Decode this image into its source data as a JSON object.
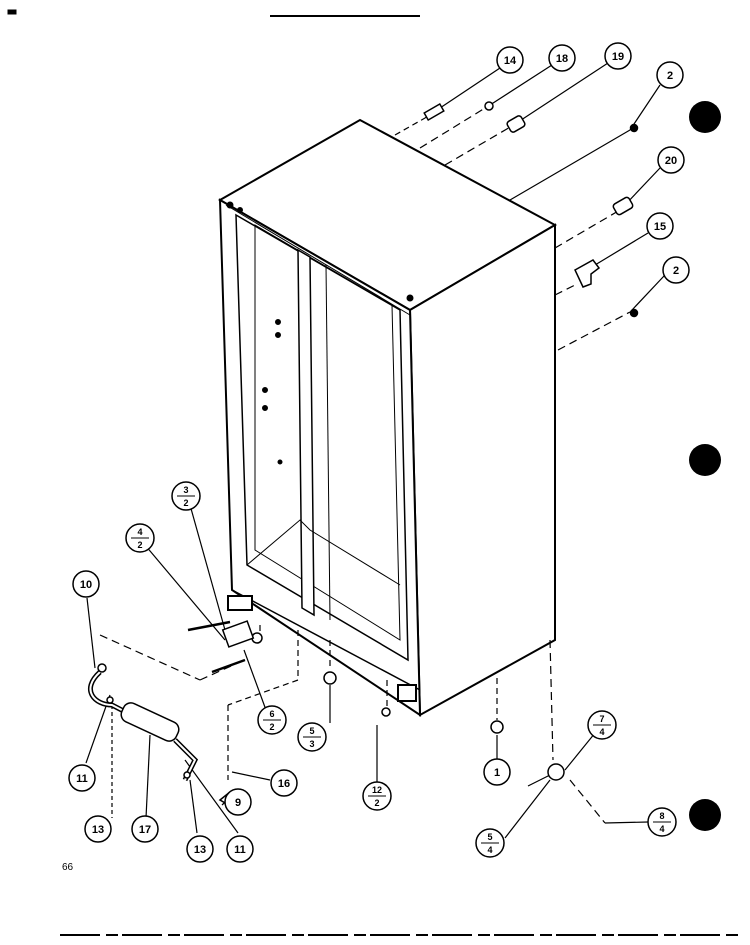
{
  "page_number": "66",
  "callouts": {
    "c14": "14",
    "c18": "18",
    "c19": "19",
    "c2a": "2",
    "c20": "20",
    "c15": "15",
    "c2b": "2",
    "c1": "1",
    "c9": "9",
    "c16": "16",
    "c10": "10",
    "c11a": "11",
    "c11b": "11",
    "c13a": "13",
    "c13b": "13",
    "c17": "17"
  },
  "fraction_callouts": {
    "f3_2": {
      "top": "3",
      "bottom": "2"
    },
    "f4_2": {
      "top": "4",
      "bottom": "2"
    },
    "f6_2": {
      "top": "6",
      "bottom": "2"
    },
    "f5_3": {
      "top": "5",
      "bottom": "3"
    },
    "f12_2": {
      "top": "12",
      "bottom": "2"
    },
    "f7_4": {
      "top": "7",
      "bottom": "4"
    },
    "f8_4": {
      "top": "8",
      "bottom": "4"
    },
    "f5_4": {
      "top": "5",
      "bottom": "4"
    }
  },
  "colors": {
    "ink": "#000000",
    "paper": "#ffffff"
  }
}
